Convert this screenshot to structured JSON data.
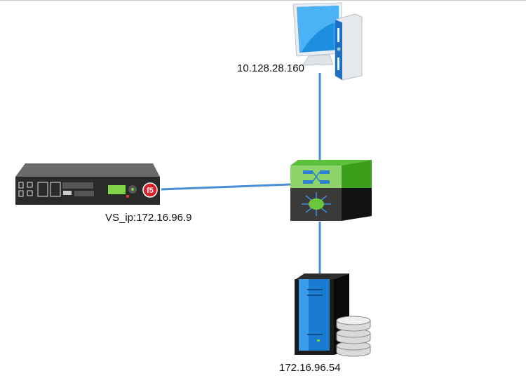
{
  "nodes": {
    "client": {
      "label": "10.128.28.160",
      "icon": "desktop-computer-icon"
    },
    "f5": {
      "label": "VS_ip:172.16.96.9",
      "icon": "f5-load-balancer-icon",
      "logo_text": "f5"
    },
    "switch": {
      "icon": "layer3-switch-icon"
    },
    "server": {
      "label": "172.16.96.54",
      "icon": "server-database-icon"
    }
  },
  "colors": {
    "link": "#4a8fd6",
    "switch_top": "#7fd65a",
    "screen": "#1e8fe0"
  }
}
